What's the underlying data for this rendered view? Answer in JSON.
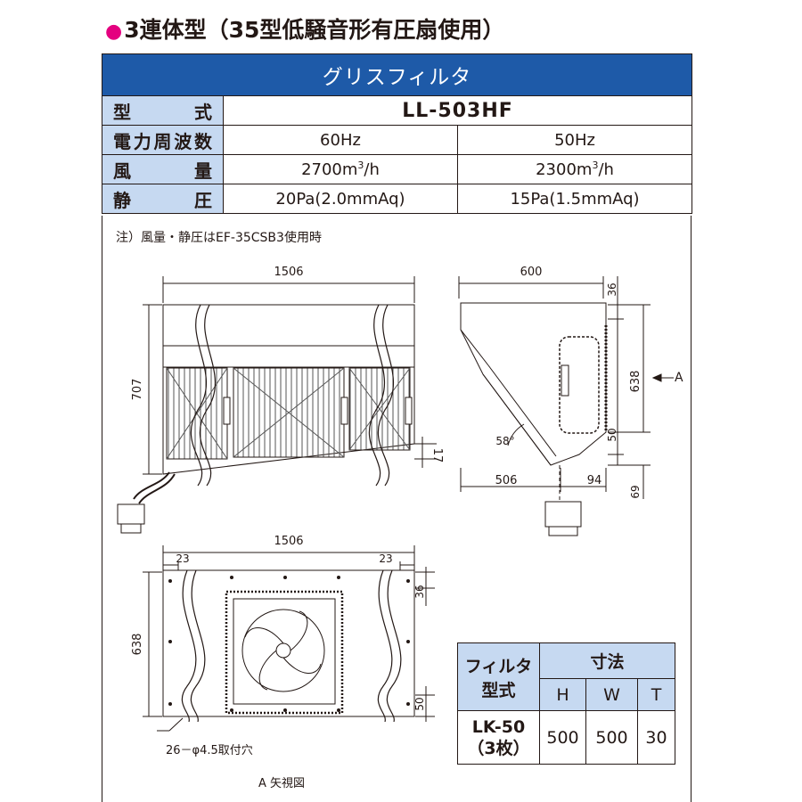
{
  "title": {
    "bullet": "●",
    "text": "3連体型（35型低騒音形有圧扇使用）"
  },
  "spec_table": {
    "header": "グリスフィルタ",
    "rows": {
      "model": {
        "label": "型　式",
        "value": "LL-503HF"
      },
      "frequency": {
        "label": "電力周波数",
        "v60": "60Hz",
        "v50": "50Hz"
      },
      "airflow": {
        "label": "風　量",
        "v60_num": "2700m",
        "v60_unit": "/h",
        "v50_num": "2300m",
        "v50_unit": "/h",
        "sup": "3"
      },
      "pressure": {
        "label": "静　圧",
        "v60": "20Pa(2.0mmAq)",
        "v50": "15Pa(1.5mmAq)"
      }
    }
  },
  "note": "注）風量・静圧はEF-35CSB3使用時",
  "dimensions": {
    "front_width": "1506",
    "front_height": "707",
    "front_drop": "17",
    "side_width": "600",
    "side_top": "36",
    "side_height": "638",
    "side_bottom": "50",
    "side_drain": "69",
    "side_base": "506",
    "side_gap": "94",
    "angle": "58°",
    "view_arrow": "A",
    "bottom_width": "1506",
    "bottom_left": "23",
    "bottom_right": "23",
    "bottom_top": "36",
    "bottom_height": "638",
    "bottom_low": "50",
    "holes": "26－φ4.5取付穴"
  },
  "view_caption": "A 矢視図",
  "filter_table": {
    "header_model": "フィルタ型式",
    "header_size": "寸法",
    "cols": [
      "H",
      "W",
      "T"
    ],
    "model_line1": "LK-50",
    "model_line2": "（3枚）",
    "values": [
      "500",
      "500",
      "30"
    ]
  },
  "colors": {
    "header_blue": "#1e5aa8",
    "label_blue": "#c6d9f1",
    "bullet_pink": "#e4007f"
  }
}
